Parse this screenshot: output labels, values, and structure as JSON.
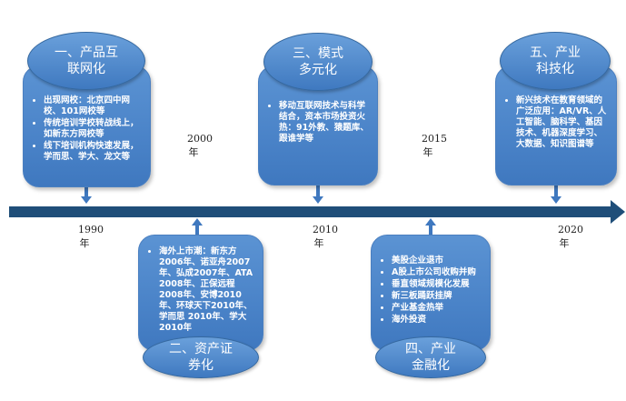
{
  "axis": {
    "color": "#1f4e79"
  },
  "years": [
    "1990年",
    "2000年",
    "2010年",
    "2015年",
    "2020年"
  ],
  "stages": [
    {
      "title": "一、产品互联网化",
      "items": [
        "出现网校：北京四中网校、101网校等",
        "传统培训学校转战线上，如新东方网校等",
        "线下培训机构快速发展，学而思、学大、龙文等"
      ]
    },
    {
      "title": "二、资产证券化",
      "items": [
        "海外上市潮：新东方2006年、诺亚舟2007年、弘成2007年、ATA 2008年、正保远程 2008年、安博2010年、环球天下2010年、学而思 2010年、学大2010年"
      ]
    },
    {
      "title": "三、模式多元化",
      "items": [
        "移动互联网技术与科学结合，资本市场投资火热：91外教、猿题库、跟谁学等"
      ]
    },
    {
      "title": "四、产业金融化",
      "items": [
        "美股企业退市",
        "A股上市公司收购并购",
        "垂直领域规模化发展",
        "新三板踊跃挂牌",
        "产业基金热举",
        "海外投资"
      ]
    },
    {
      "title": "五、产业科技化",
      "items": [
        "新兴技术在教育领域的广泛应用：AR/VR、人工智能、脑科学、基因技术、机器深度学习、大数据、知识图谱等"
      ]
    }
  ]
}
